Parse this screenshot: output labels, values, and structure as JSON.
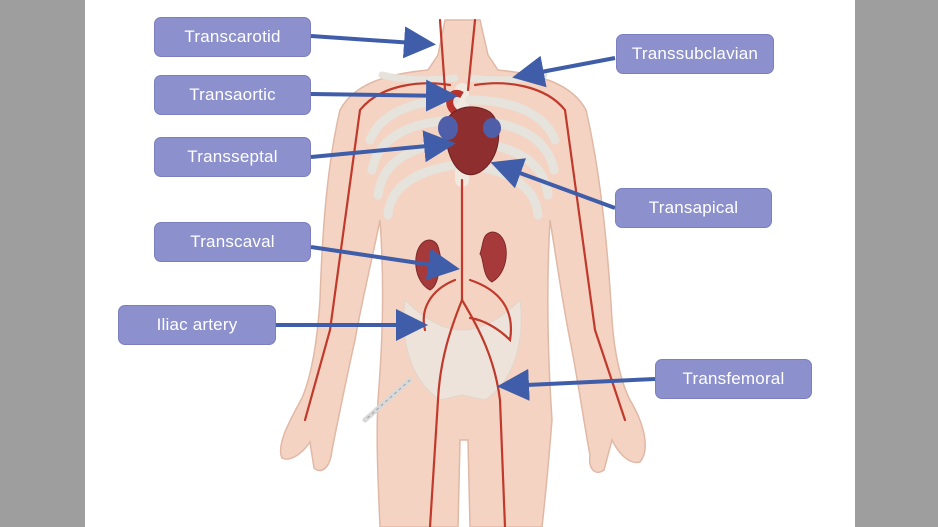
{
  "labels": {
    "transcarotid": "Transcarotid",
    "transaortic": "Transaortic",
    "transseptal": "Transseptal",
    "transcaval": "Transcaval",
    "iliac": "Iliac artery",
    "transsubclavian": "Transsubclavian",
    "transapical": "Transapical",
    "transfemoral": "Transfemoral"
  },
  "colors": {
    "label_fill": "#8c90cc",
    "arrow": "#3f5da8",
    "artery": "#c0392b",
    "vein": "#4f5ea8",
    "skin": "#f4d3c2",
    "bone": "#ece8e2",
    "background": "#9e9e9e"
  }
}
